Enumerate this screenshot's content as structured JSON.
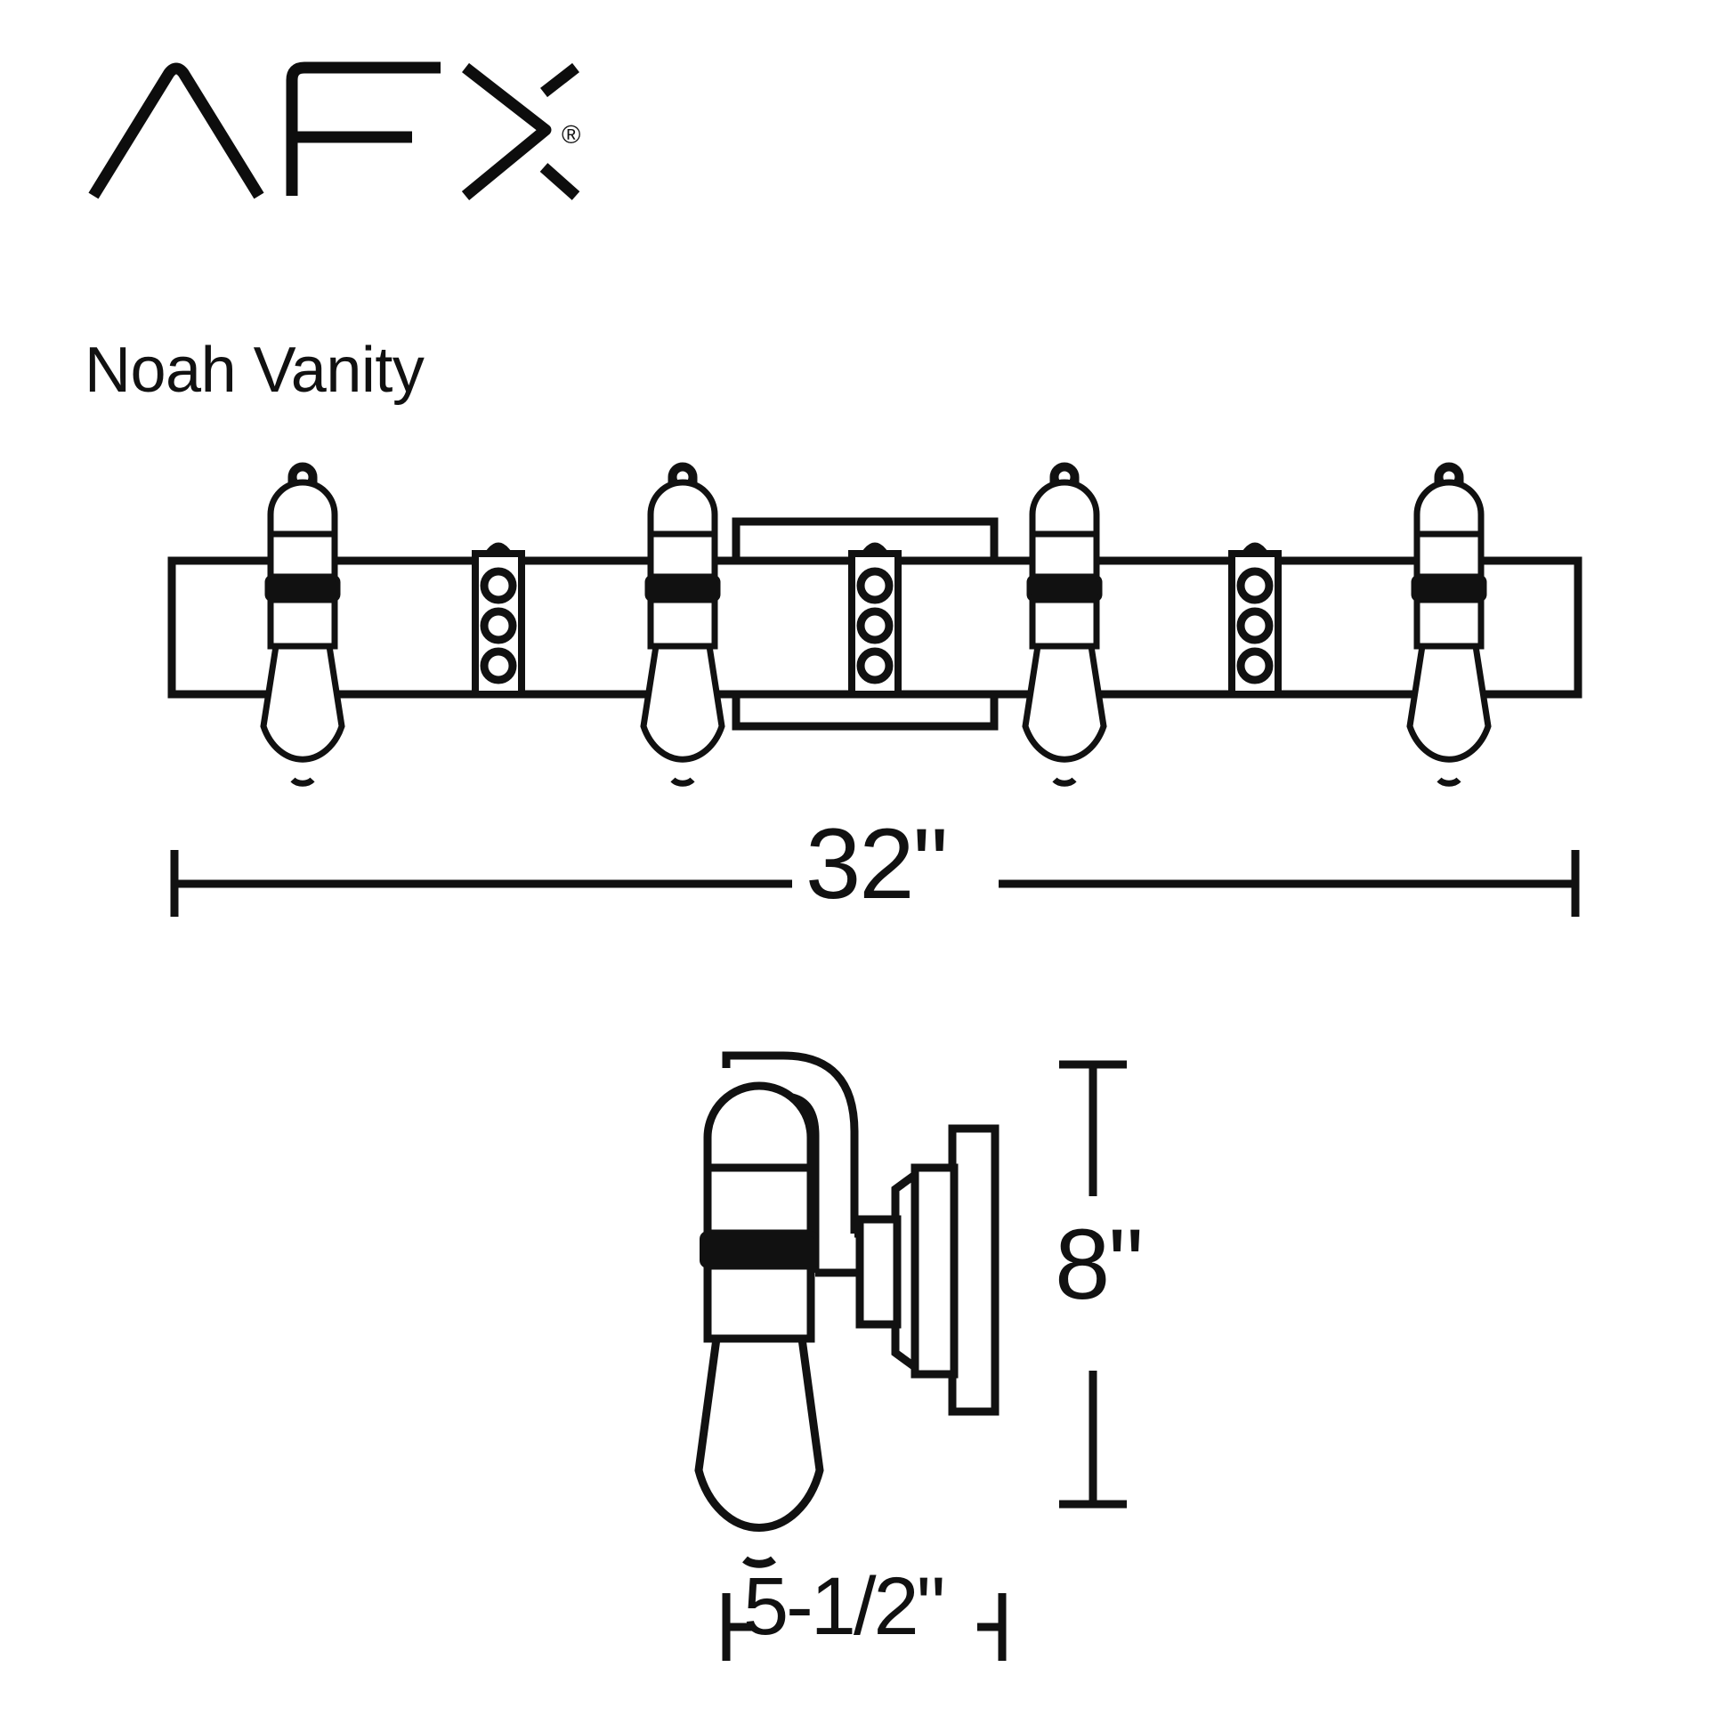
{
  "brand": {
    "logo_text": "AFX",
    "logo_icon": "afx-wordmark",
    "registered_mark": "®"
  },
  "product": {
    "title": "Noah Vanity"
  },
  "dimensions": {
    "width": "32\"",
    "height": "8\"",
    "depth": "5-1/2\""
  },
  "drawing": {
    "front_view_name": "front-elevation",
    "side_view_name": "side-elevation",
    "light_count": 4,
    "mount_strap_count": 3,
    "rivets_per_strap": 3,
    "line_color": "#111111",
    "fill_color": "#ffffff",
    "accent_color": "#000000"
  }
}
